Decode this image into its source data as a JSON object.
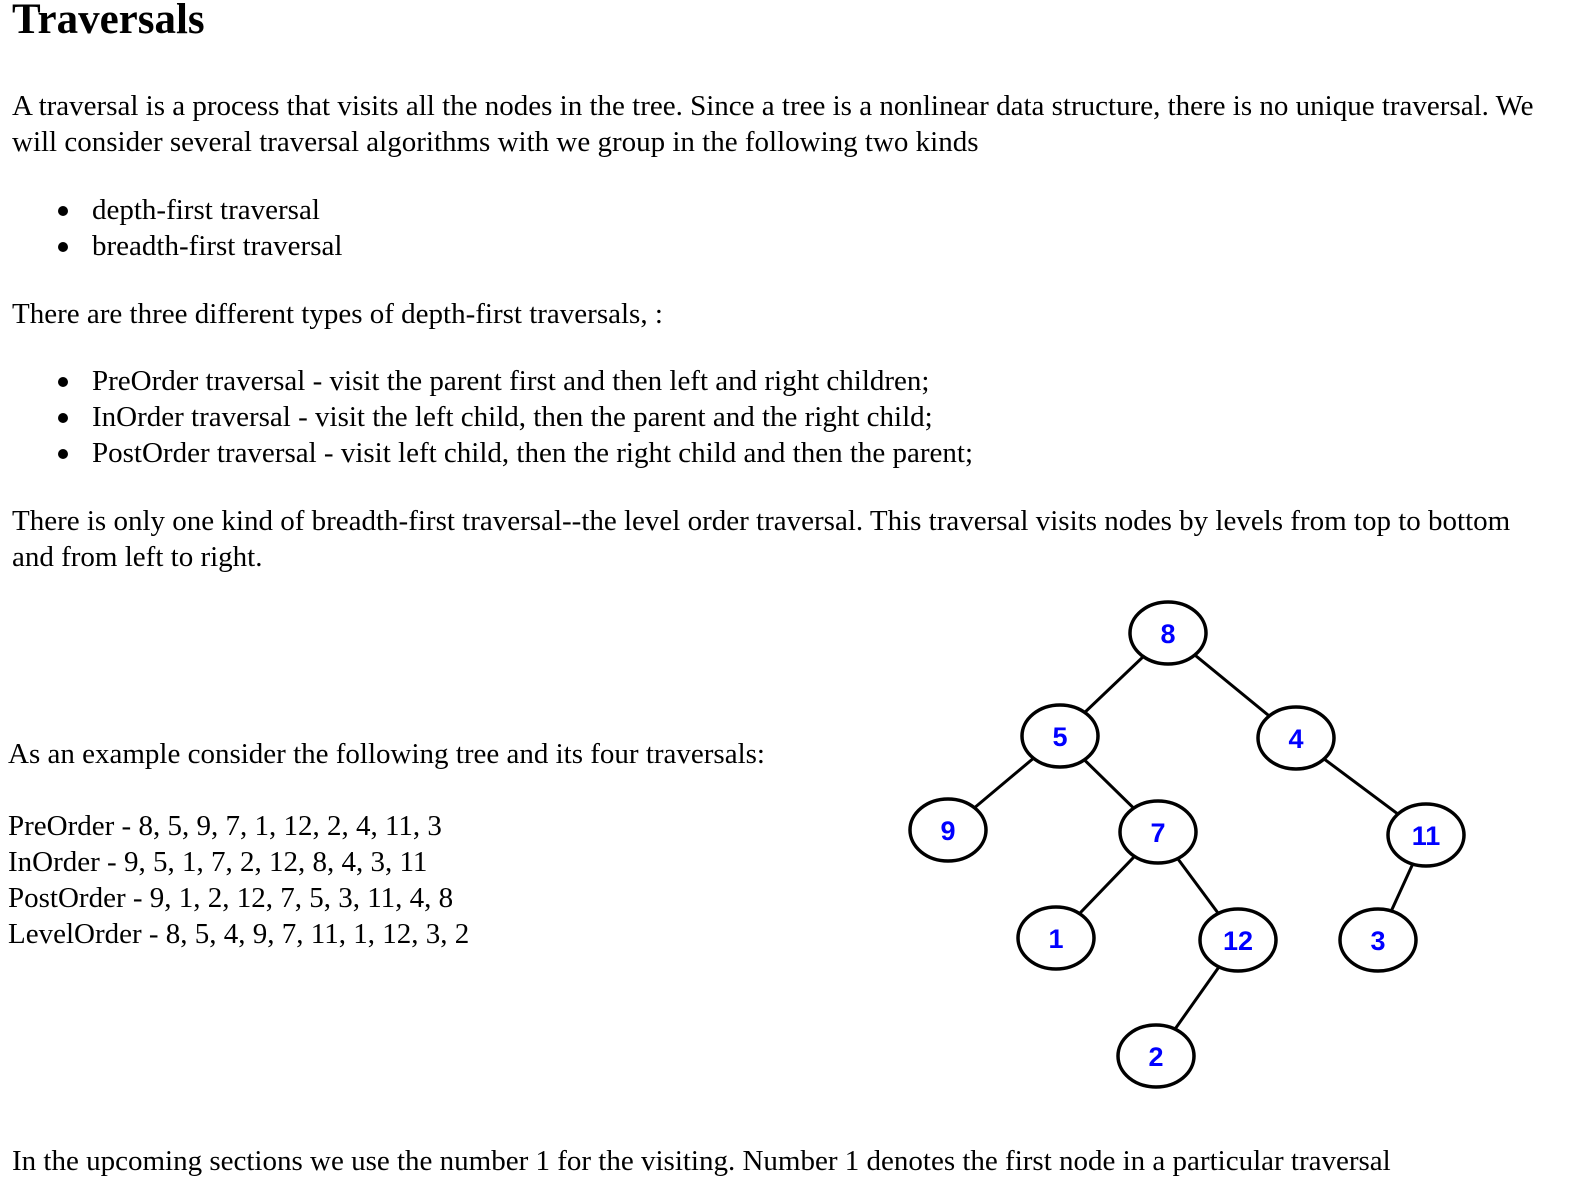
{
  "title": "Traversals",
  "intro": "A traversal is a process that visits all the nodes in the tree. Since a tree is a nonlinear data structure, there is no unique traversal. We will consider several traversal algorithms with we group in the following two kinds",
  "kinds": [
    "depth-first traversal",
    "breadth-first traversal"
  ],
  "depth_intro": "There are three different types of depth-first traversals, :",
  "depth_types": [
    "PreOrder traversal - visit the parent first and then left and right children;",
    "InOrder traversal - visit the left child, then the parent and the right child;",
    "PostOrder traversal - visit left child, then the right child and then the parent;"
  ],
  "breadth_text": "There is only one kind of breadth-first traversal--the level order traversal. This traversal visits nodes by levels from top to bottom and from left to right.",
  "example": {
    "intro": "As an example consider the following tree and its four traversals:",
    "lines": [
      "PreOrder - 8, 5, 9, 7, 1, 12, 2, 4, 11, 3",
      "InOrder - 9, 5, 1, 7, 2, 12, 8, 4, 3, 11",
      "PostOrder - 9, 1, 2, 12, 7, 5, 3, 11, 4, 8",
      "LevelOrder - 8, 5, 4, 9, 7, 11, 1, 12, 3, 2"
    ]
  },
  "tree": {
    "node_color": "#0000ff",
    "stroke_color": "#000000",
    "nodes": [
      {
        "id": "8",
        "label": "8"
      },
      {
        "id": "5",
        "label": "5"
      },
      {
        "id": "4",
        "label": "4"
      },
      {
        "id": "9",
        "label": "9"
      },
      {
        "id": "7",
        "label": "7"
      },
      {
        "id": "11",
        "label": "11"
      },
      {
        "id": "1",
        "label": "1"
      },
      {
        "id": "12",
        "label": "12"
      },
      {
        "id": "3",
        "label": "3"
      },
      {
        "id": "2",
        "label": "2"
      }
    ],
    "edges": [
      [
        "8",
        "5"
      ],
      [
        "8",
        "4"
      ],
      [
        "5",
        "9"
      ],
      [
        "5",
        "7"
      ],
      [
        "4",
        "11"
      ],
      [
        "7",
        "1"
      ],
      [
        "7",
        "12"
      ],
      [
        "11",
        "3"
      ],
      [
        "12",
        "2"
      ]
    ]
  },
  "bottom_text": "In the upcoming sections we use the number 1 for the visiting. Number 1 denotes the first node in a particular traversal"
}
